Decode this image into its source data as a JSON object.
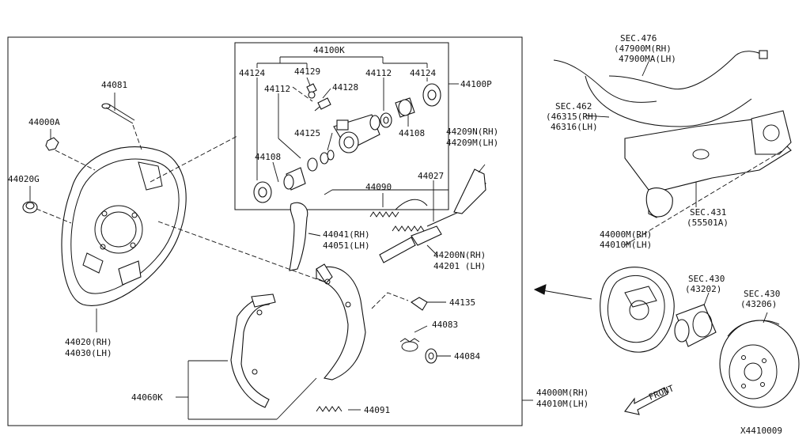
{
  "diagram": {
    "labels": {
      "k44100K": "44100K",
      "k44124a": "44124",
      "k44129": "44129",
      "k44112a": "44112",
      "k44128": "44128",
      "k44112b": "44112",
      "k44124b": "44124",
      "k44100P": "44100P",
      "k44125": "44125",
      "k44108a": "44108",
      "k44108b": "44108",
      "k44081": "44081",
      "k44000A": "44000A",
      "k44020G": "44020G",
      "k44209N": "44209N(RH)",
      "k44209M": "44209M(LH)",
      "k44027": "44027",
      "k44090": "44090",
      "k44041": "44041(RH)",
      "k44051": "44051(LH)",
      "k44200N": "44200N(RH)",
      "k44201": "44201  (LH)",
      "k44135": "44135",
      "k44083": "44083",
      "k44084": "44084",
      "k44020": "44020(RH)",
      "k44030": "44030(LH)",
      "k44060K": "44060K",
      "k44091": "44091",
      "k44000Mb": "44000M(RH)",
      "k44010Mb": "44010M(LH)",
      "k44000Ma": "44000M(RH)",
      "k44010Ma": "44010M(LH)",
      "sec476": "SEC.476",
      "p47900M": "(47900M(RH)",
      "p47900MA": "47900MA(LH)",
      "sec462": "SEC.462",
      "p46315": "(46315(RH)",
      "p46316": "46316(LH)",
      "sec431": "SEC.431",
      "p55501A": "(55501A)",
      "sec430a": "SEC.430",
      "p43202": "(43202)",
      "sec430b": "SEC.430",
      "p43206": "(43206)",
      "front": "FRONT",
      "figId": "X4410009"
    }
  }
}
